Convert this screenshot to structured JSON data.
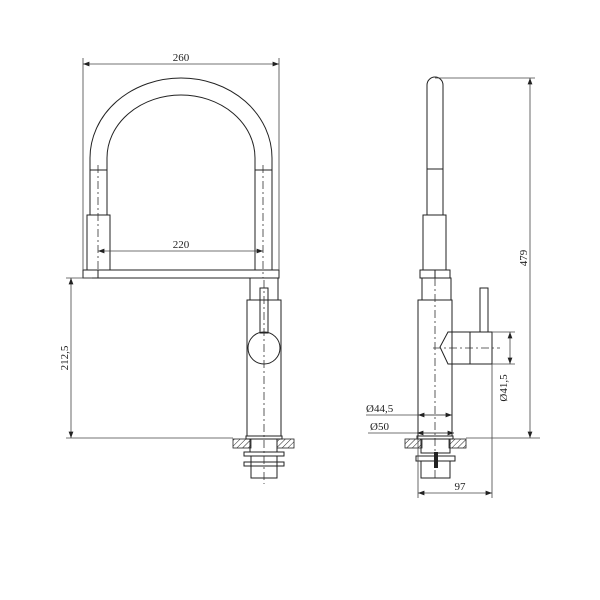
{
  "drawing": {
    "front_view": {
      "overall_width": "260",
      "spout_span": "220",
      "spout_height": "212,5"
    },
    "side_view": {
      "overall_height": "479",
      "handle_diameter": "Ø41,5",
      "body_diameter": "Ø44,5",
      "base_diameter": "Ø50",
      "handle_projection": "97"
    },
    "colors": {
      "line": "#222222",
      "background": "#ffffff"
    }
  }
}
